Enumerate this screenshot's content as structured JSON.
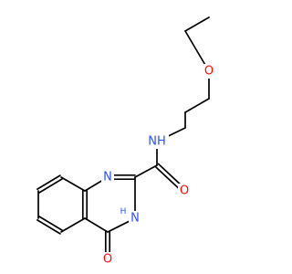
{
  "molecule": {
    "atoms": [
      {
        "id": "O_ether",
        "label": "O",
        "color": "#ff0d0d"
      },
      {
        "id": "N_amide",
        "label": "NH",
        "color": "#3050f8"
      },
      {
        "id": "O_amide",
        "label": "O",
        "color": "#ff0d0d"
      },
      {
        "id": "N1",
        "label": "N",
        "color": "#3050f8"
      },
      {
        "id": "N3",
        "label": "N",
        "color": "#3050f8"
      },
      {
        "id": "H3",
        "label": "H",
        "color": "#3050f8"
      },
      {
        "id": "O_keto",
        "label": "O",
        "color": "#ff0d0d"
      }
    ]
  }
}
